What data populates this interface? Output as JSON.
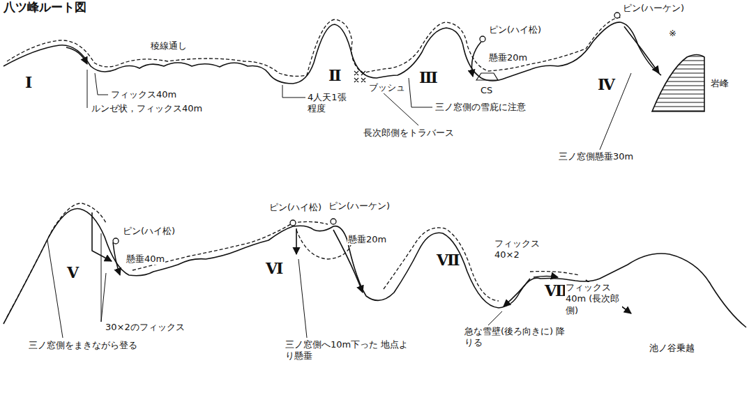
{
  "diagram": {
    "title": "八ツ峰ルート図",
    "labels": [
      "Ⅰ",
      "稜線通し",
      "フィックス40m",
      "ルンゼ状，フィックス40m",
      "4人天1張 程度",
      "Ⅱ",
      "ブッシュ",
      "長次郎側をトラバース",
      "Ⅲ",
      "三ノ窓側の雪庇に注意",
      "ピン(ハイ松)",
      "懸垂20m",
      "CS",
      "ピン(ハーケン)",
      "※",
      "岩峰",
      "Ⅳ",
      "三ノ窓側懸垂30m",
      "Ⅴ",
      "ピン(ハイ松)",
      "懸垂40m",
      "30×2のフィックス",
      "三ノ窓側をまきながら登る",
      "ピン(ハイ松)",
      "ピン(ハーケン)",
      "懸垂20m",
      "Ⅵ",
      "三ノ窓側へ10m下った 地点より懸垂",
      "Ⅶ",
      "フィックス 40×2",
      "急な雪壁(後ろ向きに) 降りる",
      "Ⅷ",
      "フィックス 40m (長次郎側)",
      "池ノ谷乗越"
    ]
  }
}
